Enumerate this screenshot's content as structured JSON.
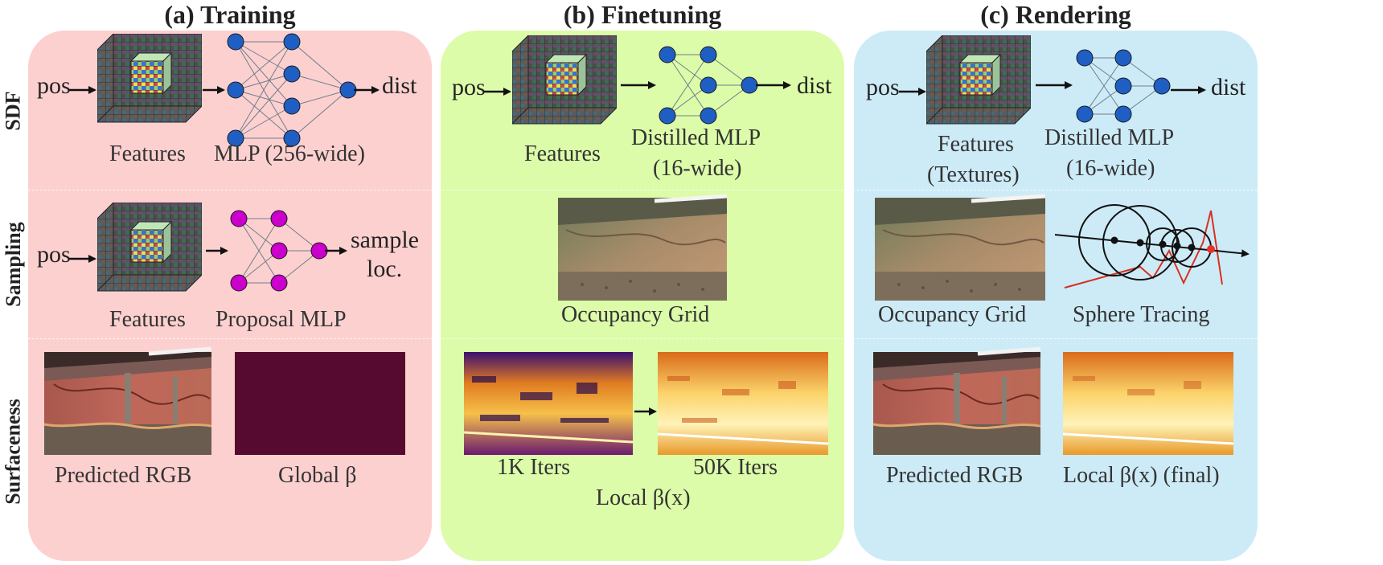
{
  "panels": {
    "training": {
      "title": "(a) Training",
      "color": "#fdd0d0"
    },
    "finetuning": {
      "title": "(b) Finetuning",
      "color": "#dcfca9"
    },
    "rendering": {
      "title": "(c) Rendering",
      "color": "#cdebf7"
    }
  },
  "row_labels": {
    "sdf": "SDF",
    "sampling": "Sampling",
    "surfaceness": "Surfaceness"
  },
  "training": {
    "sdf": {
      "input": "pos",
      "output": "dist",
      "features_caption": "Features",
      "mlp_caption": "MLP (256-wide)"
    },
    "sampling": {
      "input": "pos",
      "output_line1": "sample",
      "output_line2": "loc.",
      "features_caption": "Features",
      "mlp_caption": "Proposal MLP"
    },
    "surfaceness": {
      "rgb_caption": "Predicted RGB",
      "beta_caption": "Global β",
      "beta_color": "#560a2f"
    }
  },
  "finetuning": {
    "sdf": {
      "input": "pos",
      "output": "dist",
      "features_caption": "Features",
      "mlp_caption_line1": "Distilled MLP",
      "mlp_caption_line2": "(16-wide)"
    },
    "sampling": {
      "grid_caption": "Occupancy Grid"
    },
    "surfaceness": {
      "iter1_caption": "1K Iters",
      "iter2_caption": "50K Iters",
      "group_caption": "Local β(x)"
    }
  },
  "rendering": {
    "sdf": {
      "input": "pos",
      "output": "dist",
      "features_caption_line1": "Features",
      "features_caption_line2": "(Textures)",
      "mlp_caption_line1": "Distilled MLP",
      "mlp_caption_line2": "(16-wide)"
    },
    "sampling": {
      "grid_caption": "Occupancy Grid",
      "tracing_caption": "Sphere Tracing"
    },
    "surfaceness": {
      "rgb_caption": "Predicted RGB",
      "beta_caption": "Local β(x) (final)"
    }
  },
  "colors": {
    "node_blue": "#1f5fc4",
    "node_magenta": "#cc00cc",
    "hit_red": "#e8312a"
  }
}
